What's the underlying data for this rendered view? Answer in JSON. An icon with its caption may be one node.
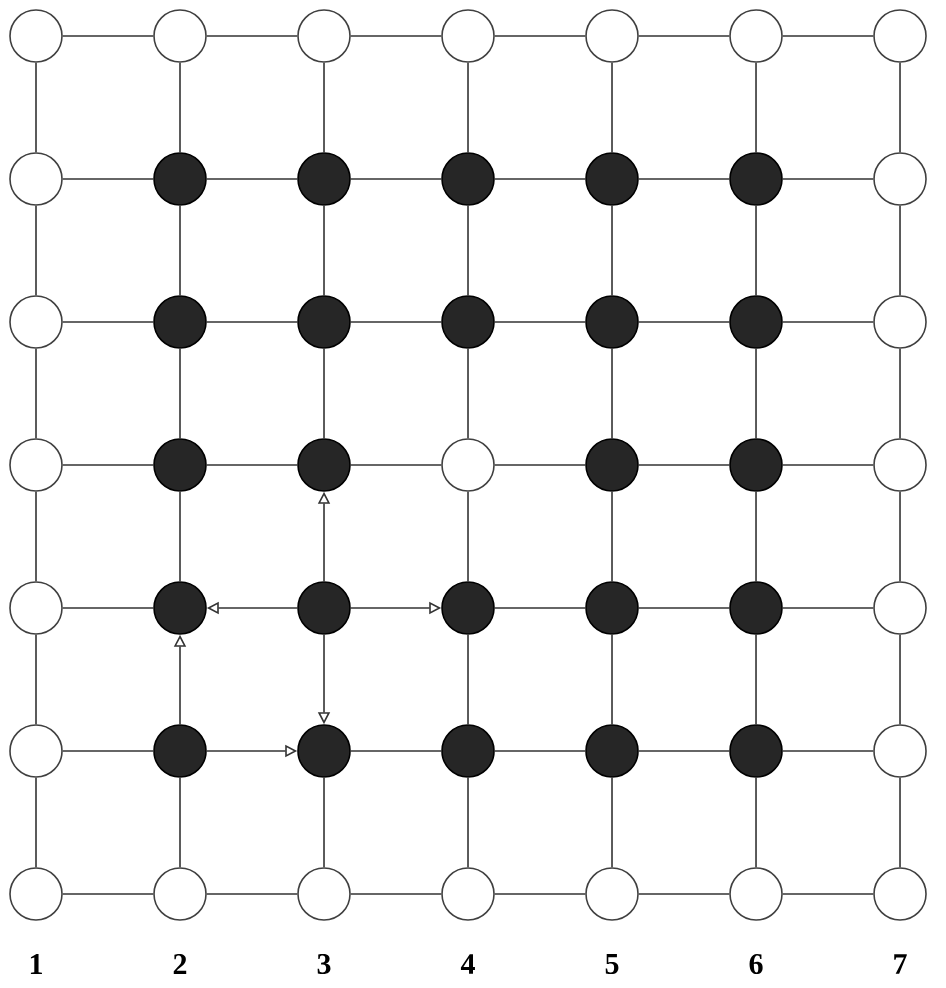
{
  "diagram": {
    "nodes": [
      {
        "text": [],
        "shape": "circle"
      },
      {
        "text": [],
        "shape": "circle"
      },
      {
        "text": [],
        "shape": "circle"
      },
      {
        "text": [],
        "shape": "circle"
      },
      {
        "text": [],
        "shape": "circle"
      },
      {
        "text": [],
        "shape": "circle"
      },
      {
        "text": [],
        "shape": "circle"
      },
      {
        "text": [],
        "shape": "circle"
      },
      {
        "text": [],
        "shape": "disc"
      },
      {
        "text": [],
        "shape": "disc"
      },
      {
        "text": [],
        "shape": "disc"
      },
      {
        "text": [],
        "shape": "disc"
      },
      {
        "text": [],
        "shape": "disc"
      },
      {
        "text": [],
        "shape": "circle"
      },
      {
        "text": [],
        "shape": "circle"
      },
      {
        "text": [],
        "shape": "disc"
      },
      {
        "text": [],
        "shape": "disc"
      },
      {
        "text": [],
        "shape": "disc"
      },
      {
        "text": [],
        "shape": "disc"
      },
      {
        "text": [],
        "shape": "disc"
      },
      {
        "text": [],
        "shape": "circle"
      },
      {
        "text": [],
        "shape": "circle"
      },
      {
        "text": [],
        "shape": "disc"
      },
      {
        "text": [],
        "shape": "disc"
      },
      {
        "text": [],
        "shape": "circle"
      },
      {
        "text": [],
        "shape": "disc"
      },
      {
        "text": [],
        "shape": "disc"
      },
      {
        "text": [],
        "shape": "circle"
      },
      {
        "text": [],
        "shape": "circle"
      },
      {
        "text": [],
        "shape": "disc"
      },
      {
        "text": [],
        "shape": "disc"
      },
      {
        "text": [],
        "shape": "disc"
      },
      {
        "text": [],
        "shape": "disc"
      },
      {
        "text": [],
        "shape": "disc"
      },
      {
        "text": [],
        "shape": "circle"
      },
      {
        "text": [],
        "shape": "circle"
      },
      {
        "text": [],
        "shape": "disc"
      },
      {
        "text": [],
        "shape": "disc"
      },
      {
        "text": [],
        "shape": "disc"
      },
      {
        "text": [],
        "shape": "disc"
      },
      {
        "text": [],
        "shape": "disc"
      },
      {
        "text": [],
        "shape": "circle"
      },
      {
        "text": [],
        "shape": "circle"
      },
      {
        "text": [],
        "shape": "circle"
      },
      {
        "text": [],
        "shape": "circle"
      },
      {
        "text": [],
        "shape": "circle"
      },
      {
        "text": [],
        "shape": "circle"
      },
      {
        "text": [],
        "shape": "circle"
      },
      {
        "text": [],
        "shape": "circle"
      }
    ],
    "edges": [
      {
        "from": 0,
        "to": 1,
        "arrow": "none"
      },
      {
        "from": 1,
        "to": 2,
        "arrow": "none"
      },
      {
        "from": 2,
        "to": 3,
        "arrow": "none"
      },
      {
        "from": 3,
        "to": 4,
        "arrow": "none"
      },
      {
        "from": 4,
        "to": 5,
        "arrow": "none"
      },
      {
        "from": 5,
        "to": 6,
        "arrow": "none"
      },
      {
        "from": 7,
        "to": 8,
        "arrow": "none"
      },
      {
        "from": 8,
        "to": 9,
        "arrow": "none"
      },
      {
        "from": 9,
        "to": 10,
        "arrow": "none"
      },
      {
        "from": 10,
        "to": 11,
        "arrow": "none"
      },
      {
        "from": 11,
        "to": 12,
        "arrow": "none"
      },
      {
        "from": 12,
        "to": 13,
        "arrow": "none"
      },
      {
        "from": 14,
        "to": 15,
        "arrow": "none"
      },
      {
        "from": 15,
        "to": 16,
        "arrow": "none"
      },
      {
        "from": 16,
        "to": 17,
        "arrow": "none"
      },
      {
        "from": 17,
        "to": 18,
        "arrow": "none"
      },
      {
        "from": 18,
        "to": 19,
        "arrow": "none"
      },
      {
        "from": 19,
        "to": 20,
        "arrow": "none"
      },
      {
        "from": 21,
        "to": 22,
        "arrow": "none"
      },
      {
        "from": 22,
        "to": 23,
        "arrow": "none"
      },
      {
        "from": 23,
        "to": 24,
        "arrow": "none"
      },
      {
        "from": 24,
        "to": 25,
        "arrow": "none"
      },
      {
        "from": 25,
        "to": 26,
        "arrow": "none"
      },
      {
        "from": 26,
        "to": 27,
        "arrow": "none"
      },
      {
        "from": 28,
        "to": 29,
        "arrow": "none"
      },
      {
        "from": 30,
        "to": 29,
        "arrow": "to"
      },
      {
        "from": 30,
        "to": 31,
        "arrow": "to"
      },
      {
        "from": 31,
        "to": 32,
        "arrow": "none"
      },
      {
        "from": 32,
        "to": 33,
        "arrow": "none"
      },
      {
        "from": 33,
        "to": 34,
        "arrow": "none"
      },
      {
        "from": 35,
        "to": 36,
        "arrow": "none"
      },
      {
        "from": 36,
        "to": 37,
        "arrow": "to"
      },
      {
        "from": 37,
        "to": 38,
        "arrow": "none"
      },
      {
        "from": 38,
        "to": 39,
        "arrow": "none"
      },
      {
        "from": 39,
        "to": 40,
        "arrow": "none"
      },
      {
        "from": 40,
        "to": 41,
        "arrow": "none"
      },
      {
        "from": 42,
        "to": 43,
        "arrow": "none"
      },
      {
        "from": 43,
        "to": 44,
        "arrow": "none"
      },
      {
        "from": 44,
        "to": 45,
        "arrow": "none"
      },
      {
        "from": 45,
        "to": 46,
        "arrow": "none"
      },
      {
        "from": 46,
        "to": 47,
        "arrow": "none"
      },
      {
        "from": 47,
        "to": 48,
        "arrow": "none"
      },
      {
        "from": 0,
        "to": 7,
        "arrow": "none"
      },
      {
        "from": 7,
        "to": 14,
        "arrow": "none"
      },
      {
        "from": 14,
        "to": 21,
        "arrow": "none"
      },
      {
        "from": 21,
        "to": 28,
        "arrow": "none"
      },
      {
        "from": 28,
        "to": 35,
        "arrow": "none"
      },
      {
        "from": 35,
        "to": 42,
        "arrow": "none"
      },
      {
        "from": 1,
        "to": 8,
        "arrow": "none"
      },
      {
        "from": 8,
        "to": 15,
        "arrow": "none"
      },
      {
        "from": 15,
        "to": 22,
        "arrow": "none"
      },
      {
        "from": 22,
        "to": 29,
        "arrow": "none"
      },
      {
        "from": 36,
        "to": 29,
        "arrow": "to"
      },
      {
        "from": 36,
        "to": 43,
        "arrow": "none"
      },
      {
        "from": 2,
        "to": 9,
        "arrow": "none"
      },
      {
        "from": 9,
        "to": 16,
        "arrow": "none"
      },
      {
        "from": 16,
        "to": 23,
        "arrow": "none"
      },
      {
        "from": 30,
        "to": 23,
        "arrow": "to"
      },
      {
        "from": 30,
        "to": 37,
        "arrow": "to"
      },
      {
        "from": 37,
        "to": 44,
        "arrow": "none"
      },
      {
        "from": 3,
        "to": 10,
        "arrow": "none"
      },
      {
        "from": 10,
        "to": 17,
        "arrow": "none"
      },
      {
        "from": 17,
        "to": 24,
        "arrow": "none"
      },
      {
        "from": 24,
        "to": 31,
        "arrow": "none"
      },
      {
        "from": 31,
        "to": 38,
        "arrow": "none"
      },
      {
        "from": 38,
        "to": 45,
        "arrow": "none"
      },
      {
        "from": 4,
        "to": 11,
        "arrow": "none"
      },
      {
        "from": 11,
        "to": 18,
        "arrow": "none"
      },
      {
        "from": 18,
        "to": 25,
        "arrow": "none"
      },
      {
        "from": 25,
        "to": 32,
        "arrow": "none"
      },
      {
        "from": 32,
        "to": 39,
        "arrow": "none"
      },
      {
        "from": 39,
        "to": 46,
        "arrow": "none"
      },
      {
        "from": 5,
        "to": 12,
        "arrow": "none"
      },
      {
        "from": 12,
        "to": 19,
        "arrow": "none"
      },
      {
        "from": 19,
        "to": 26,
        "arrow": "none"
      },
      {
        "from": 26,
        "to": 33,
        "arrow": "none"
      },
      {
        "from": 33,
        "to": 40,
        "arrow": "none"
      },
      {
        "from": 40,
        "to": 47,
        "arrow": "none"
      },
      {
        "from": 6,
        "to": 13,
        "arrow": "none"
      },
      {
        "from": 13,
        "to": 20,
        "arrow": "none"
      },
      {
        "from": 20,
        "to": 27,
        "arrow": "none"
      },
      {
        "from": 27,
        "to": 34,
        "arrow": "none"
      },
      {
        "from": 34,
        "to": 41,
        "arrow": "none"
      },
      {
        "from": 41,
        "to": 48,
        "arrow": "none"
      }
    ],
    "labels": [
      "1",
      "2",
      "3",
      "4",
      "5",
      "6",
      "7"
    ]
  }
}
